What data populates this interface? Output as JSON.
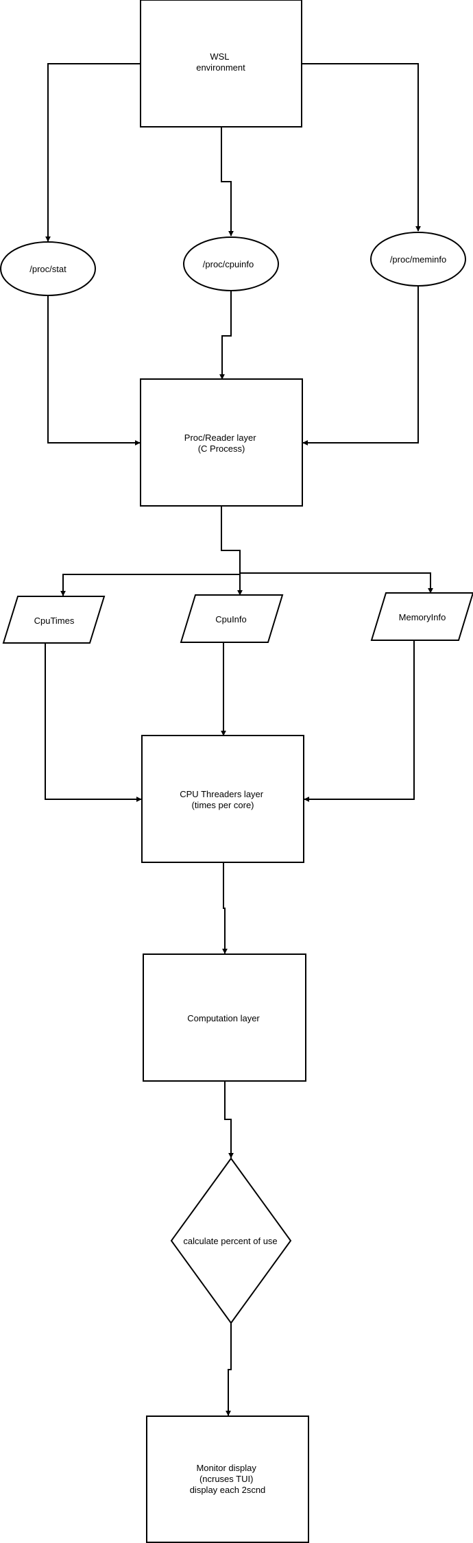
{
  "nodes": {
    "wsl": {
      "lines": [
        "WSL",
        "environment"
      ]
    },
    "proc_stat": {
      "lines": [
        "/proc/stat"
      ]
    },
    "proc_cpuinfo": {
      "lines": [
        "/proc/cpuinfo"
      ]
    },
    "proc_meminfo": {
      "lines": [
        "/proc/meminfo"
      ]
    },
    "reader": {
      "lines": [
        "Proc/Reader layer",
        "(C Process)"
      ]
    },
    "cputimes": {
      "lines": [
        "CpuTimes"
      ]
    },
    "cpuinfo": {
      "lines": [
        "CpuInfo"
      ]
    },
    "memoryinfo": {
      "lines": [
        "MemoryInfo"
      ]
    },
    "threaders": {
      "lines": [
        "CPU Threaders layer",
        "(times per core)"
      ]
    },
    "computation": {
      "lines": [
        "Computation layer"
      ]
    },
    "calculate": {
      "lines": [
        "calculate percent of use"
      ]
    },
    "monitor": {
      "lines": [
        "Monitor display",
        " (ncruses TUI)",
        "display each 2scnd"
      ]
    }
  }
}
